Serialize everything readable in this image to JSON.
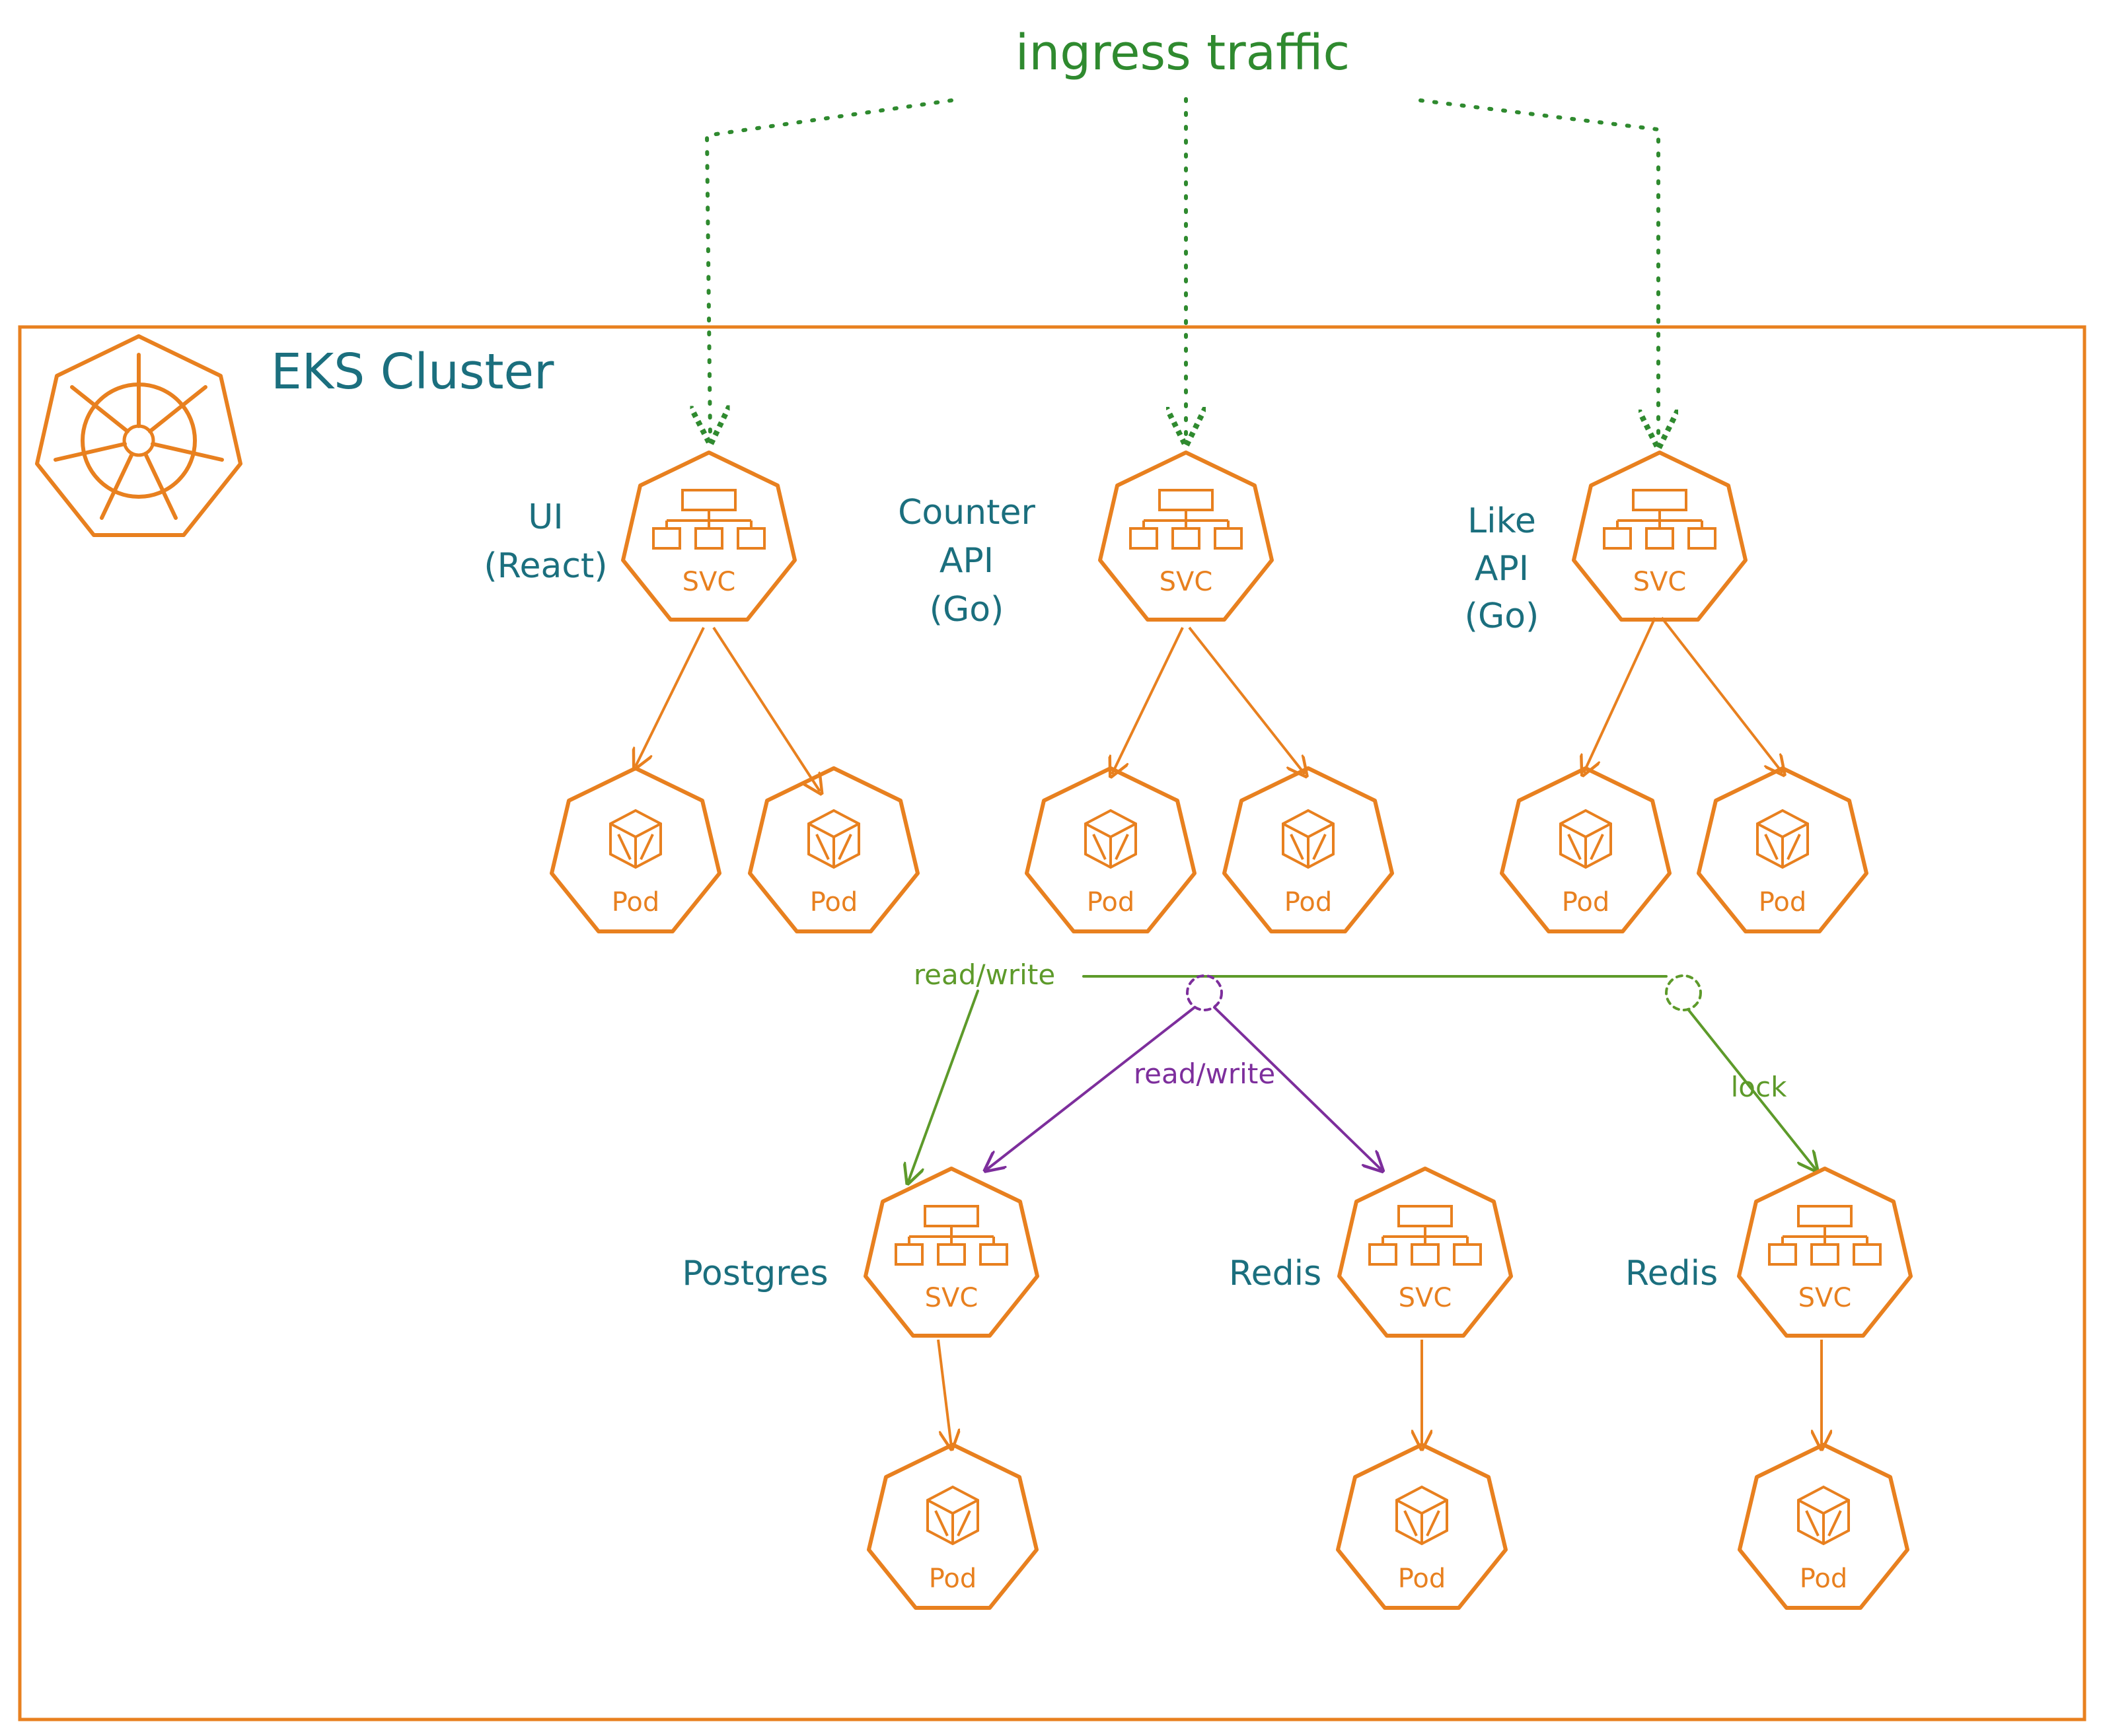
{
  "colors": {
    "orange": "#e8801f",
    "teal": "#1b6f7e",
    "green": "#5d9a2a",
    "ingress_green": "#2f8a2f",
    "purple": "#7d2e9c"
  },
  "ingress": {
    "label": "ingress traffic"
  },
  "cluster": {
    "title": "EKS Cluster",
    "icon": "kubernetes-helm-icon"
  },
  "services": {
    "ui": {
      "name_line1": "UI",
      "name_line2": "(React)",
      "svc_label": "SVC",
      "pod_label_1": "Pod",
      "pod_label_2": "Pod"
    },
    "counter": {
      "name_line1": "Counter",
      "name_line2": "API",
      "name_line3": "(Go)",
      "svc_label": "SVC",
      "pod_label_1": "Pod",
      "pod_label_2": "Pod"
    },
    "like": {
      "name_line1": "Like",
      "name_line2": "API",
      "name_line3": "(Go)",
      "svc_label": "SVC",
      "pod_label_1": "Pod",
      "pod_label_2": "Pod"
    },
    "postgres": {
      "name": "Postgres",
      "svc_label": "SVC",
      "pod_label": "Pod"
    },
    "redis_a": {
      "name": "Redis",
      "svc_label": "SVC",
      "pod_label": "Pod"
    },
    "redis_b": {
      "name": "Redis",
      "svc_label": "SVC",
      "pod_label": "Pod"
    }
  },
  "edges": {
    "green_read_write": "read/write",
    "purple_read_write": "read/write",
    "lock": "lock"
  }
}
